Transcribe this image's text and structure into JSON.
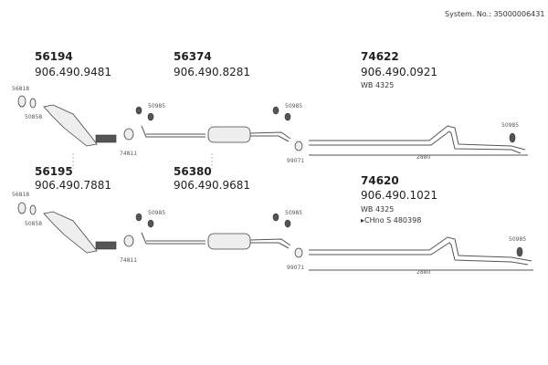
{
  "system_number": "System. No.: 35000006431",
  "rows": [
    {
      "front": {
        "part": "56194",
        "oem": "906.490.9481"
      },
      "middle": {
        "part": "56374",
        "oem": "906.490.8281"
      },
      "rear": {
        "part": "74622",
        "oem": "906.490.0921",
        "note": "WB 4325"
      },
      "callouts": {
        "clamp_front": "56818",
        "gasket": "50858",
        "clamp_mid": "74811",
        "hanger_a": "50985",
        "hanger_b": "50985",
        "clamp_rear": "99071",
        "hanger_rear": "50985",
        "length": "2880"
      }
    },
    {
      "front": {
        "part": "56195",
        "oem": "906.490.7881"
      },
      "middle": {
        "part": "56380",
        "oem": "906.490.9681"
      },
      "rear": {
        "part": "74620",
        "oem": "906.490.1021",
        "note": "WB 4325",
        "chassis": "▸CHno S 480398"
      },
      "callouts": {
        "clamp_front": "56818",
        "gasket": "50858",
        "clamp_mid": "74811",
        "hanger_a": "50985",
        "hanger_b": "50985",
        "clamp_rear": "99071",
        "hanger_rear": "50985",
        "length": "2880"
      }
    }
  ]
}
